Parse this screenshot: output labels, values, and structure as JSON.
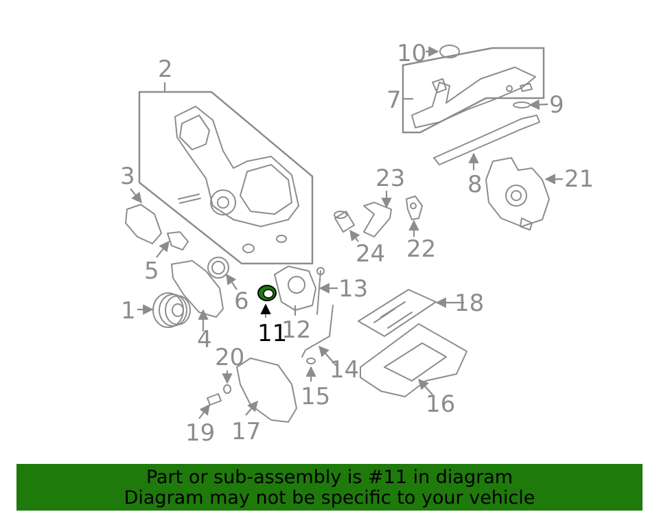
{
  "diagram": {
    "highlighted_part": "11",
    "highlight_color": "#1f7a0c",
    "callouts": [
      "1",
      "2",
      "3",
      "4",
      "5",
      "6",
      "7",
      "8",
      "9",
      "10",
      "11",
      "12",
      "13",
      "14",
      "15",
      "16",
      "17",
      "18",
      "19",
      "20",
      "21",
      "22",
      "23",
      "24"
    ]
  },
  "banner": {
    "line1": "Part or sub-assembly is #11 in diagram",
    "line2": "Diagram may not be specific to your vehicle",
    "background": "#1f7a0c"
  }
}
